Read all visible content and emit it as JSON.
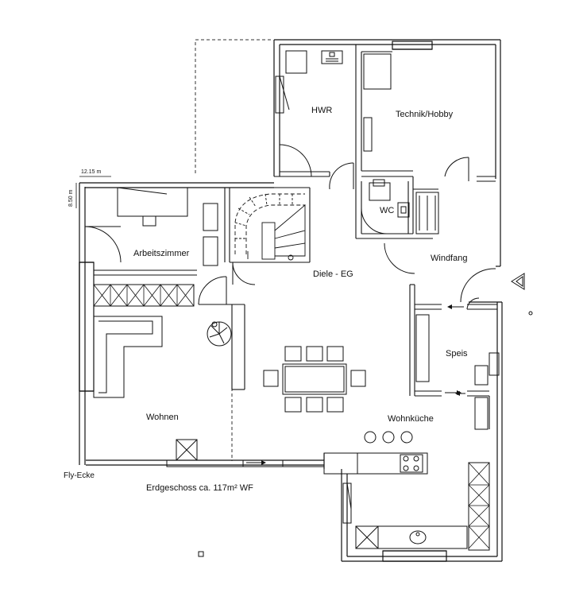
{
  "title": "Erdgeschoss ca. 117m² WF",
  "dimensions": {
    "width": "12.15 m",
    "depth": "8.50 m"
  },
  "rooms": {
    "hwr": "HWR",
    "technik": "Technik/Hobby",
    "wc": "WC",
    "arbeitszimmer": "Arbeitszimmer",
    "diele": "Diele - EG",
    "windfang": "Windfang",
    "speis": "Speis",
    "wohnen": "Wohnen",
    "wohnkueche": "Wohnküche"
  },
  "annotations": {
    "fly_ecke": "Fly-Ecke"
  },
  "colors": {
    "ink": "#111111",
    "background": "#ffffff"
  }
}
